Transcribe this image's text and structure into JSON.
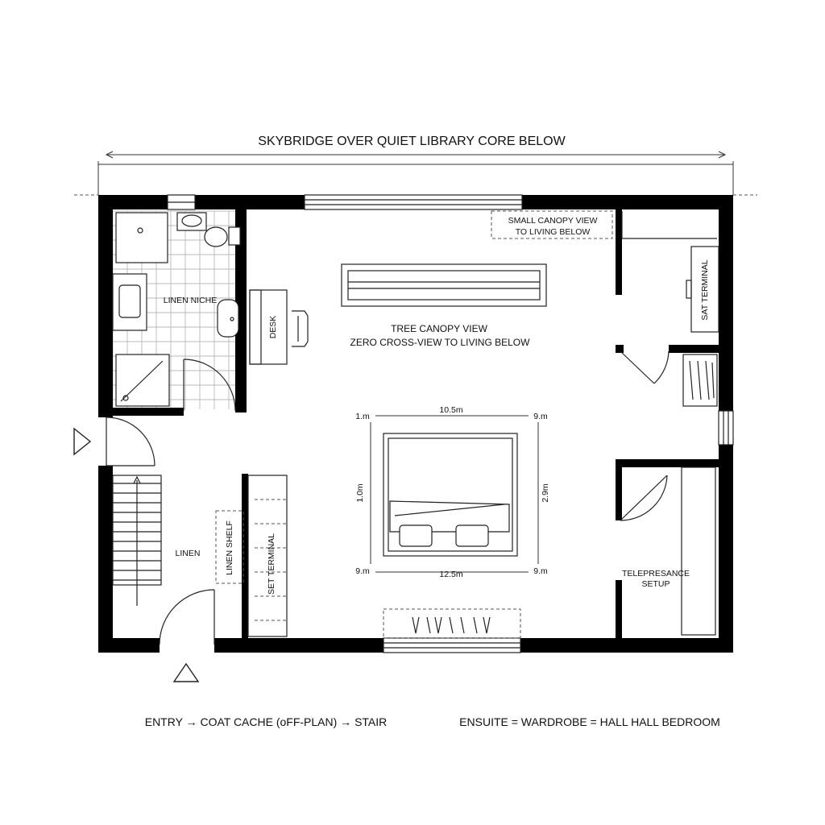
{
  "title": "SKYBRIDGE OVER QUIET LIBRARY CORE BELOW",
  "rooms": {
    "linen_niche": "LINEN NICHE",
    "desk": "DESK",
    "tree_canopy_view": "TREE CANOPY VIEW",
    "zero_cross_view": "ZERO CROSS-VIEW TO LIVING BELOW",
    "small_canopy_view_line1": "SMALL CANOPY VIEW",
    "small_canopy_view_line2": "TO LIVING BELOW",
    "sat_terminal": "SAT TERMINAL",
    "linen": "LINEN",
    "linen_shelf_label": "LINEN SHELF",
    "set_terminal": "SET TERMINAL",
    "telepresence_line1": "TELEPRESANCE",
    "telepresence_line2": "SETUP"
  },
  "dimensions": {
    "top_left": "1.m",
    "top_center": "10.5m",
    "top_right": "9.m",
    "left_mid": "1.0m",
    "right_mid": "2.9m",
    "bottom_left": "9.m",
    "bottom_center": "12.5m",
    "bottom_right": "9.m"
  },
  "footer": {
    "left": "ENTRY → COAT CACHE (oFF-PLAN) → STAIR",
    "right": "ENSUITE = WARDROBE = HALL HALL  BEDROOM"
  }
}
